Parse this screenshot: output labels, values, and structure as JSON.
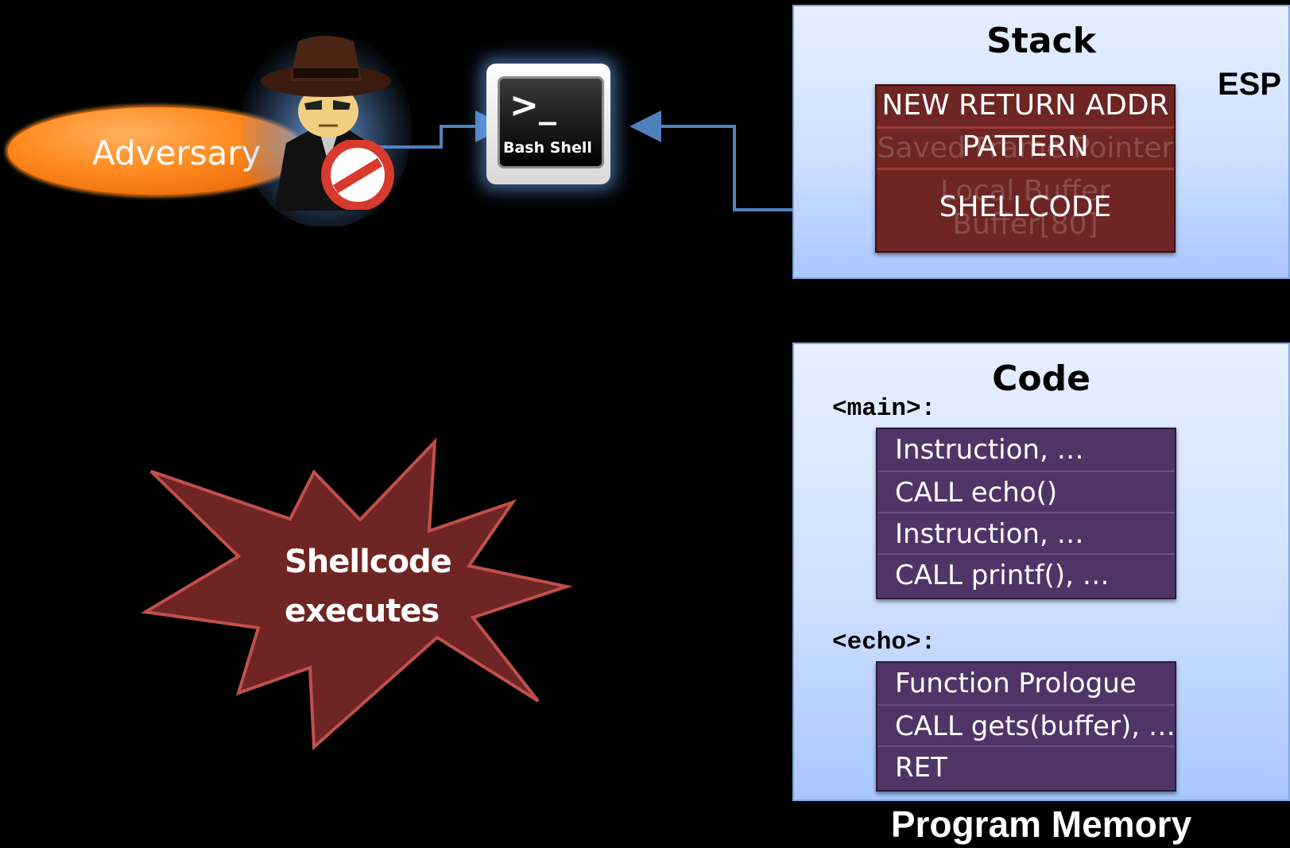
{
  "adversary": {
    "label": "Adversary",
    "figure": "spy-icon",
    "badge": "no-entry-icon"
  },
  "shell": {
    "prompt": ">_",
    "label": "Bash Shell",
    "icon": "terminal-icon"
  },
  "burst": {
    "line1": "Shellcode",
    "line2": "executes"
  },
  "stack": {
    "title": "Stack",
    "pointer": "ESP",
    "cells": [
      {
        "label": "NEW RETURN ADDR",
        "ghost": ""
      },
      {
        "label": "PATTERN",
        "ghost": "Saved Frame Pointer"
      },
      {
        "label": "SHELLCODE",
        "ghost_line1": "Local Buffer",
        "ghost_line2": "Buffer[80]"
      }
    ]
  },
  "code": {
    "title": "Code",
    "main_label": "<main>:",
    "main_rows": [
      "Instruction, …",
      "CALL echo()",
      "Instruction, …",
      "CALL printf(), …"
    ],
    "echo_label": "<echo>:",
    "echo_rows": [
      "Function Prologue",
      "CALL gets(buffer), …",
      "RET"
    ]
  },
  "footer": {
    "title": "Program Memory"
  },
  "colors": {
    "stack_cell": "#6e2523",
    "code_cell": "#4f3567",
    "arrow": "#4f81bd",
    "adversary": "#ff8a1e",
    "burst": "#6e2523"
  }
}
